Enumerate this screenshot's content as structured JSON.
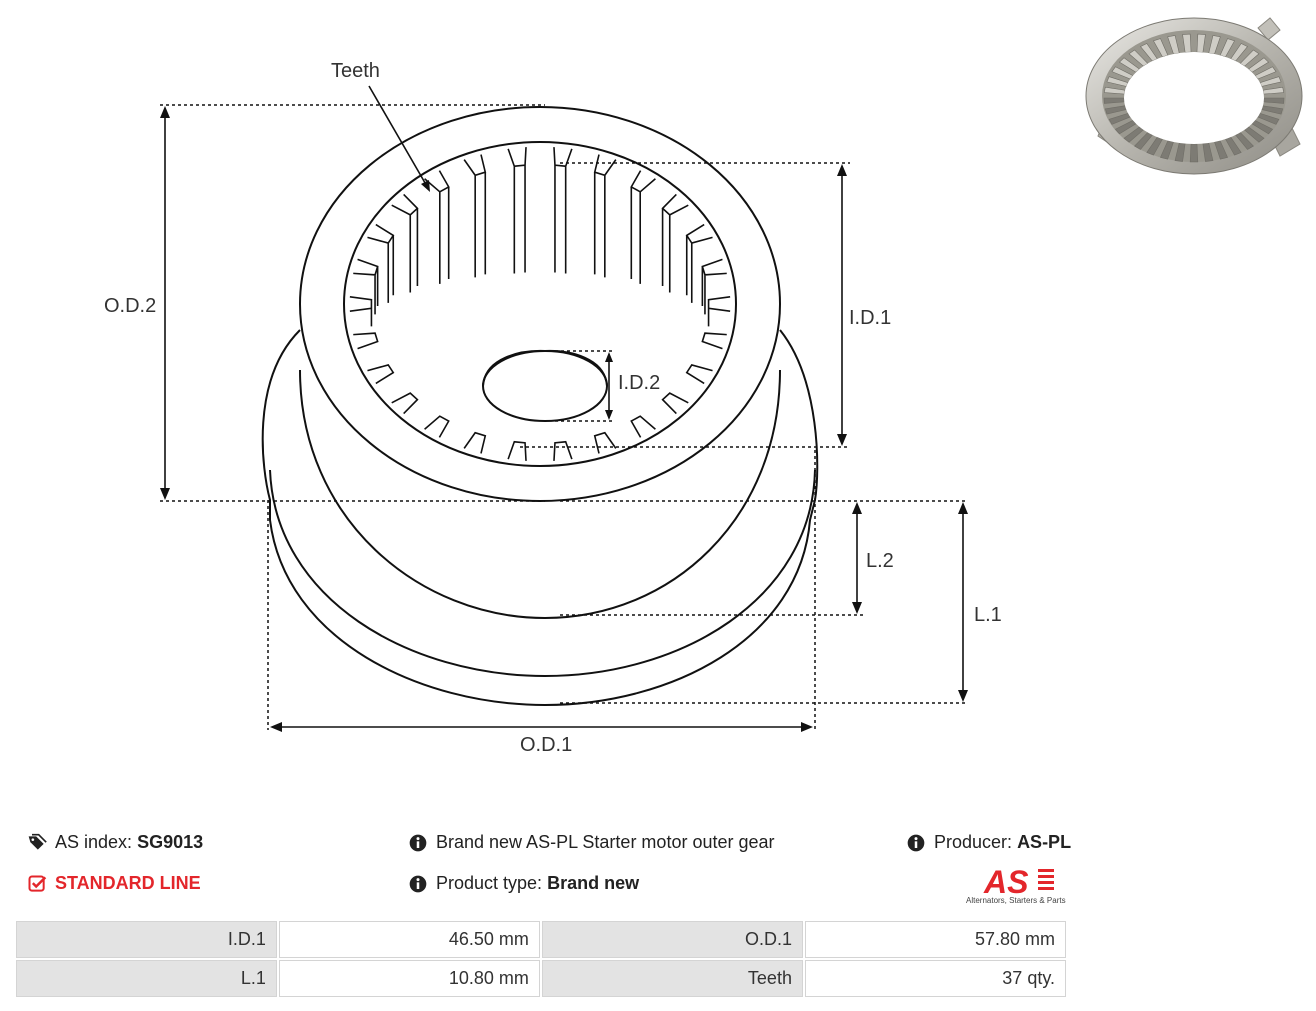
{
  "drawing": {
    "labels": {
      "teeth": "Teeth",
      "od2": "O.D.2",
      "id1": "I.D.1",
      "id2": "I.D.2",
      "l2": "L.2",
      "l1": "L.1",
      "od1": "O.D.1"
    }
  },
  "info": {
    "as_index_label": "AS index:",
    "as_index_value": "SG9013",
    "line": "STANDARD LINE",
    "description": "Brand new AS-PL Starter motor outer gear",
    "product_type_label": "Product type:",
    "product_type_value": "Brand new",
    "producer_label": "Producer:",
    "producer_value": "AS-PL"
  },
  "brand": {
    "logo_text": "AS",
    "tagline": "Alternators, Starters & Parts",
    "color": "#e3262b"
  },
  "specs": {
    "rows": [
      {
        "l1": "I.D.1",
        "v1": "46.50 mm",
        "l2": "O.D.1",
        "v2": "57.80 mm"
      },
      {
        "l1": "L.1",
        "v1": "10.80 mm",
        "l2": "Teeth",
        "v2": "37 qty."
      }
    ]
  },
  "icons": {
    "tag": "tag-icon",
    "check": "check-square-icon",
    "info": "info-circle-icon"
  }
}
